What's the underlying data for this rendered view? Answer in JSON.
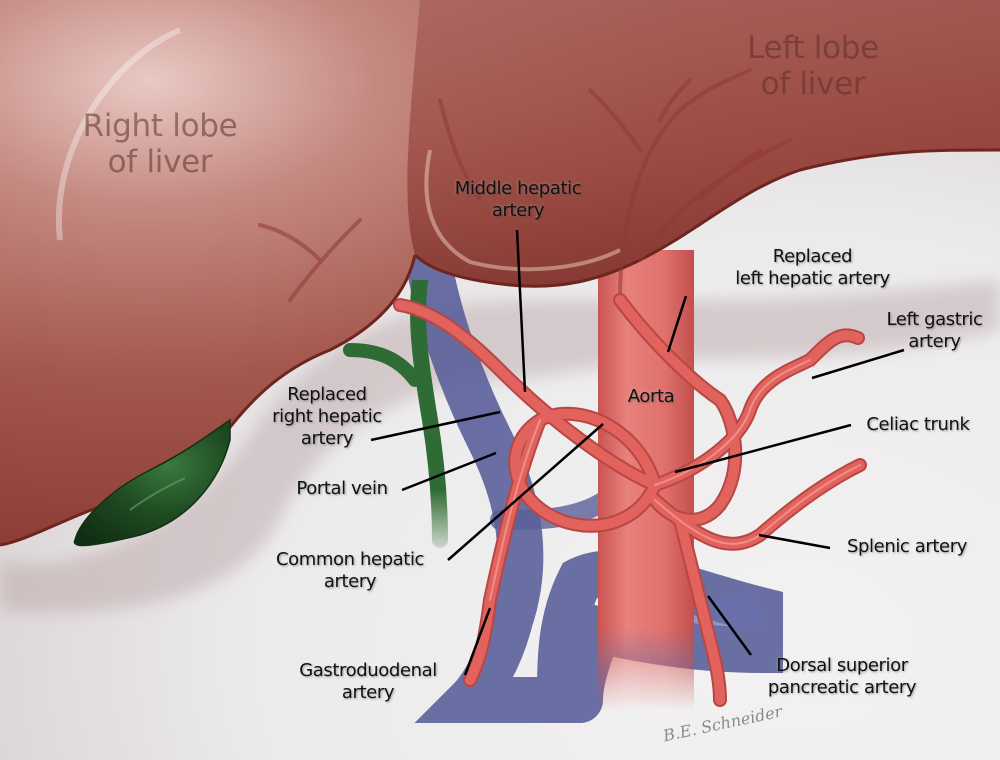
{
  "figure": {
    "type": "anatomical-illustration",
    "subject": "Hepatic arterial anatomy with replaced hepatic arteries",
    "colors": {
      "background": "#efedee",
      "liver": "#a4574d",
      "liver_dark": "#7d2f2a",
      "artery": "#e0615c",
      "aorta": "#e0706c",
      "portal_vein": "#5a5f9a",
      "bile_duct": "#2f6b34",
      "gallbladder": "#1f4b22",
      "label_text": "#111111",
      "leader_line": "#000000"
    }
  },
  "regions": {
    "right_lobe": [
      "Right lobe",
      "of liver"
    ],
    "left_lobe": [
      "Left lobe",
      "of liver"
    ]
  },
  "labels": {
    "middle_hepatic": [
      "Middle hepatic",
      "artery"
    ],
    "replaced_left_hepatic": [
      "Replaced",
      "left hepatic artery"
    ],
    "left_gastric": [
      "Left gastric",
      "artery"
    ],
    "aorta": [
      "Aorta"
    ],
    "celiac_trunk": [
      "Celiac trunk"
    ],
    "replaced_right_hepatic": [
      "Replaced",
      "right hepatic",
      "artery"
    ],
    "portal_vein": [
      "Portal vein"
    ],
    "common_hepatic": [
      "Common hepatic",
      "artery"
    ],
    "splenic": [
      "Splenic artery"
    ],
    "gastroduodenal": [
      "Gastroduodenal",
      "artery"
    ],
    "dorsal_superior_pancreatic": [
      "Dorsal superior",
      "pancreatic artery"
    ]
  },
  "signature": "B.E. Schneider"
}
